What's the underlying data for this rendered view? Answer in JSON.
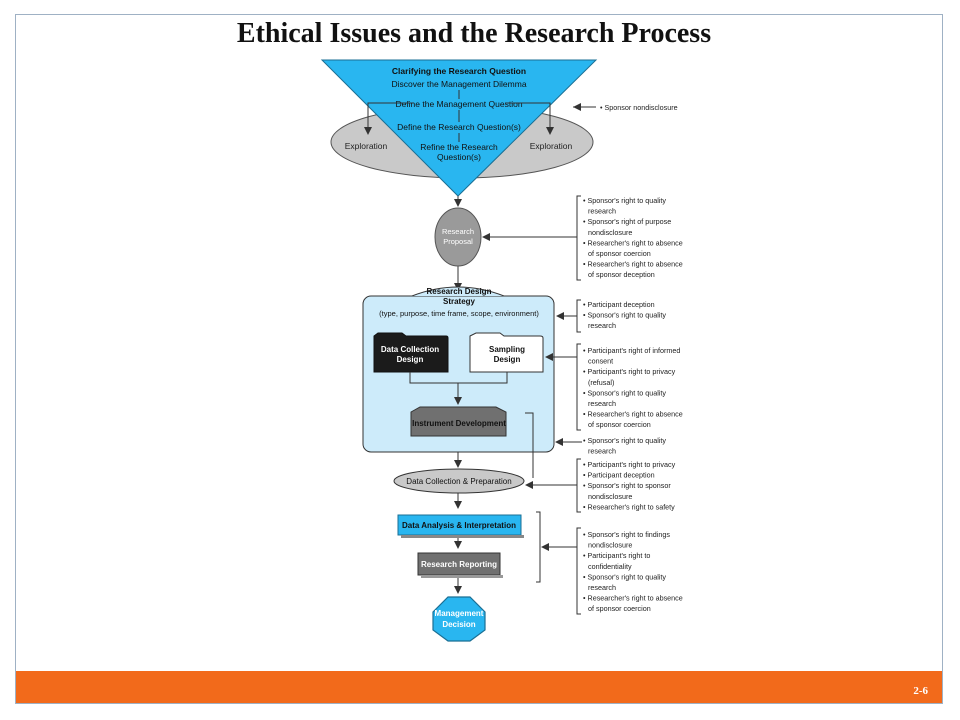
{
  "slide": {
    "title": "Ethical Issues and the Research Process",
    "page_number": "2-6"
  },
  "diagram": {
    "funnel": {
      "header": "Clarifying the Research Question",
      "steps": [
        "Discover the Management Dilemma",
        "Define the Management Question",
        "Define the Research Question(s)",
        "Refine the Research",
        "Question(s)"
      ],
      "exploration_left": "Exploration",
      "exploration_right": "Exploration"
    },
    "proposal": [
      "Research",
      "Proposal"
    ],
    "design": {
      "header": [
        "Research Design",
        "Strategy",
        "(type, purpose, time frame, scope, environment)"
      ],
      "data_collection": [
        "Data Collection",
        "Design"
      ],
      "sampling": [
        "Sampling",
        "Design"
      ],
      "instrument": "Instrument Development"
    },
    "collection": "Data Collection & Preparation",
    "analysis": "Data Analysis & Interpretation",
    "reporting": "Research Reporting",
    "decision": [
      "Management",
      "Decision"
    ],
    "notes": {
      "g1": [
        "• Sponsor nondisclosure"
      ],
      "g2": [
        "• Sponsor's right to quality",
        "research",
        "• Sponsor's right of purpose",
        "nondisclosure",
        "• Researcher's right to absence",
        "of sponsor coercion",
        "• Researcher's right to absence",
        "of sponsor deception"
      ],
      "g3": [
        "• Participant deception",
        "• Sponsor's right to quality",
        "research"
      ],
      "g4": [
        "• Participant's right of informed",
        "consent",
        "• Participant's right to privacy",
        "(refusal)",
        "• Sponsor's right to quality",
        "research",
        "• Researcher's right to absence",
        "of sponsor coercion"
      ],
      "g5": [
        "• Sponsor's right to quality",
        "research"
      ],
      "g6": [
        "• Participant's right to privacy",
        "• Participant deception",
        "• Sponsor's right to sponsor",
        "nondisclosure",
        "• Researcher's right to safety"
      ],
      "g7": [
        "• Sponsor's right to findings",
        "nondisclosure",
        "• Participant's right to",
        "confidentiality",
        "• Sponsor's right to quality",
        "research",
        "• Researcher's right to absence",
        "of sponsor coercion"
      ]
    }
  },
  "colors": {
    "cyan": "#29b6f0",
    "light_blue": "#cdebfa",
    "gray": "#9a9a9a",
    "dark_gray": "#707070",
    "orange": "#f26a1b"
  }
}
